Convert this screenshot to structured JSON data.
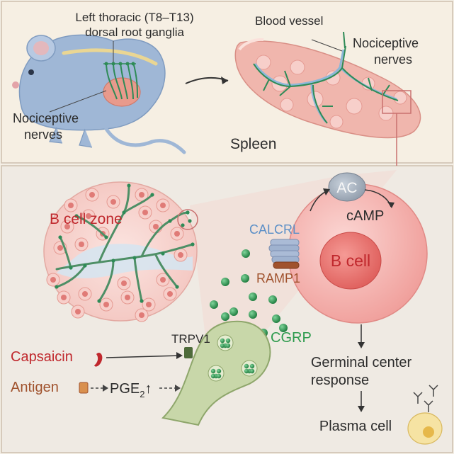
{
  "top_panel": {
    "ganglia_label_line1": "Left thoracic (T8–T13)",
    "ganglia_label_line2": "dorsal root ganglia",
    "nociceptive_left_line1": "Nociceptive",
    "nociceptive_left_line2": "nerves",
    "blood_vessel": "Blood vessel",
    "nociceptive_right_line1": "Nociceptive",
    "nociceptive_right_line2": "nerves",
    "spleen": "Spleen"
  },
  "bottom_panel": {
    "b_cell_zone": "B cell zone",
    "ac": "AC",
    "camp": "cAMP",
    "calcrl": "CALCRL",
    "b_cell": "B cell",
    "ramp1": "RAMP1",
    "trpv1": "TRPV1",
    "cgrp": "CGRP",
    "capsaicin": "Capsaicin",
    "antigen": "Antigen",
    "pge2_base": "PGE",
    "pge2_sub": "2",
    "pge2_arrow": "↑",
    "germinal_line1": "Germinal center",
    "germinal_line2": "response",
    "plasma_cell": "Plasma cell"
  },
  "colors": {
    "background": "#f4efe6",
    "nerve_green": "#2e8b57",
    "red_text": "#c0282d",
    "blue_text": "#5b8fc7",
    "brown_text": "#a0522d",
    "cgrp_text": "#2e9b4e"
  }
}
